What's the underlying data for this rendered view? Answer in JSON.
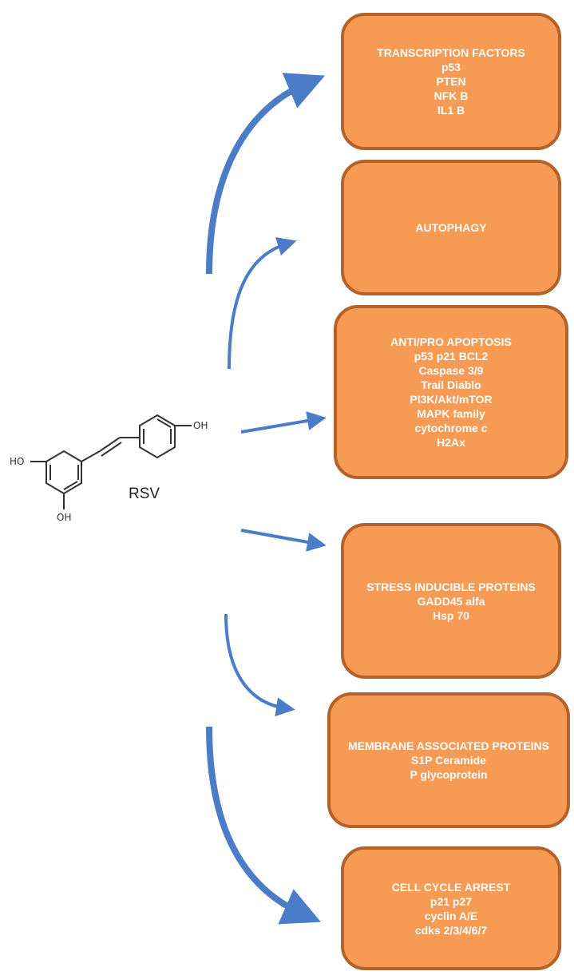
{
  "molecule": {
    "label": "RSV",
    "oh_labels": [
      "HO",
      "OH",
      "OH"
    ]
  },
  "colors": {
    "box_fill": "#f79a53",
    "box_border": "#b5612a",
    "box_text": "#ffffff",
    "arrow": "#4a7cc7"
  },
  "boxes": [
    {
      "id": "transcription-factors",
      "lines": [
        "TRANSCRIPTION FACTORS",
        "p53",
        "PTEN",
        "NFK B",
        "IL1 B"
      ]
    },
    {
      "id": "autophagy",
      "lines": [
        "AUTOPHAGY"
      ]
    },
    {
      "id": "anti-pro-apoptosis",
      "lines": [
        "ANTI/PRO APOPTOSIS",
        "p53 p21 BCL2",
        "Caspase 3/9",
        "Trail Diablo",
        "PI3K/Akt/mTOR",
        "MAPK family",
        "cytochrome c",
        "H2Ax"
      ]
    },
    {
      "id": "stress-inducible-proteins",
      "lines": [
        "STRESS INDUCIBLE PROTEINS",
        "GADD45 alfa",
        "Hsp 70"
      ]
    },
    {
      "id": "membrane-associated-proteins",
      "lines": [
        "MEMBRANE ASSOCIATED PROTEINS",
        "S1P Ceramide",
        "P glycoprotein"
      ]
    },
    {
      "id": "cell-cycle-arrest",
      "lines": [
        "CELL CYCLE ARREST",
        "p21 p27",
        "cyclin A/E",
        "cdks 2/3/4/6/7"
      ]
    }
  ]
}
